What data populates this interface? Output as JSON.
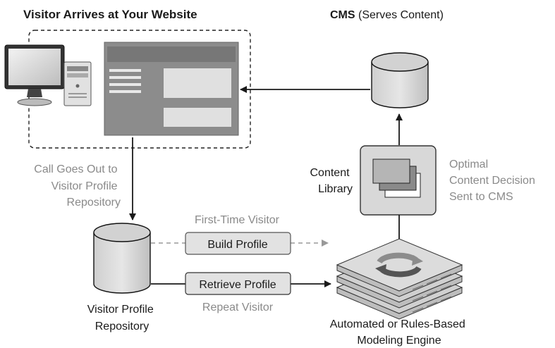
{
  "headings": {
    "visitor_bold": "Visitor Arrives at Your Website",
    "cms_bold": "CMS",
    "cms_rest": " (Serves Content)"
  },
  "labels": {
    "call_out": [
      "Call Goes Out to",
      "Visitor Profile",
      "Repository"
    ],
    "content_library": [
      "Content",
      "Library"
    ],
    "optimal": [
      "Optimal",
      "Content Decision",
      "Sent to CMS"
    ],
    "first_time": "First-Time Visitor",
    "build_profile": "Build Profile",
    "retrieve_profile": "Retrieve Profile",
    "repeat_visitor": "Repeat Visitor",
    "repository": [
      "Visitor Profile",
      "Repository"
    ],
    "engine": [
      "Automated or Rules-Based",
      "Modeling Engine"
    ]
  },
  "colors": {
    "gray_text": "#8a8a8a",
    "dark": "#1a1a1a",
    "cylinder_top": "#cfcfcf",
    "cylinder_side": "#d9d9d9",
    "window": "#8c8c8c",
    "panel": "#d8d8d8"
  }
}
